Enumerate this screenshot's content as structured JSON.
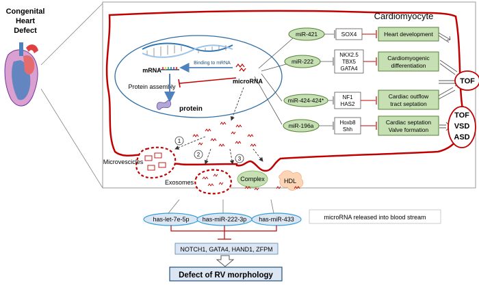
{
  "left_title": [
    "Congenital",
    "Heart",
    "Defect"
  ],
  "cell_title": "Cardiomyocyte",
  "mrna_label": "mRNA",
  "binding_label": "Binding to mRNA",
  "microrna_label": "microRNA",
  "protein_assembly_label": "Protein assembly",
  "protein_label": "protein",
  "mirnas": [
    {
      "name": "miR-421",
      "targets": [
        "SOX4"
      ],
      "outcome": [
        "Heart development"
      ]
    },
    {
      "name": "miR-222",
      "targets": [
        "NKX2.5",
        "TBX5",
        "GATA4"
      ],
      "outcome": [
        "Cardiomyogenic",
        "differentiation"
      ]
    },
    {
      "name": "miR-424-424*",
      "targets": [
        "NF1",
        "HAS2"
      ],
      "outcome": [
        "Cardiac outflow",
        "tract septation"
      ]
    },
    {
      "name": "miR-196a",
      "targets": [
        "Hoxb8",
        "Shh"
      ],
      "outcome": [
        "Cardiac septation",
        "Valve formation"
      ]
    }
  ],
  "disease_single": "TOF",
  "disease_multi": [
    "TOF",
    "VSD",
    "ASD"
  ],
  "pathway_numbers": [
    "1",
    "2",
    "3"
  ],
  "microvesicles_label": "Microvescicles",
  "exosomes_label": "Exosomes",
  "complex_label": "Complex",
  "hdl_label": "HDL",
  "blood_mirnas": [
    "has-let-7e-5p",
    "has-miR-222-3p",
    "has-miR-433"
  ],
  "blood_note": "microRNA released into blood stream",
  "genes_label": "NOTCH1, GATA4, HAND1, ZFPM",
  "defect_label": "Defect of RV morphology",
  "colors": {
    "red": "#c00000",
    "green_fill": "#c6e0b4",
    "green_stroke": "#548235",
    "blue_box": "#dce6f2",
    "blue_stroke": "#4f81bd",
    "cyan_stroke": "#2e9fd8"
  }
}
